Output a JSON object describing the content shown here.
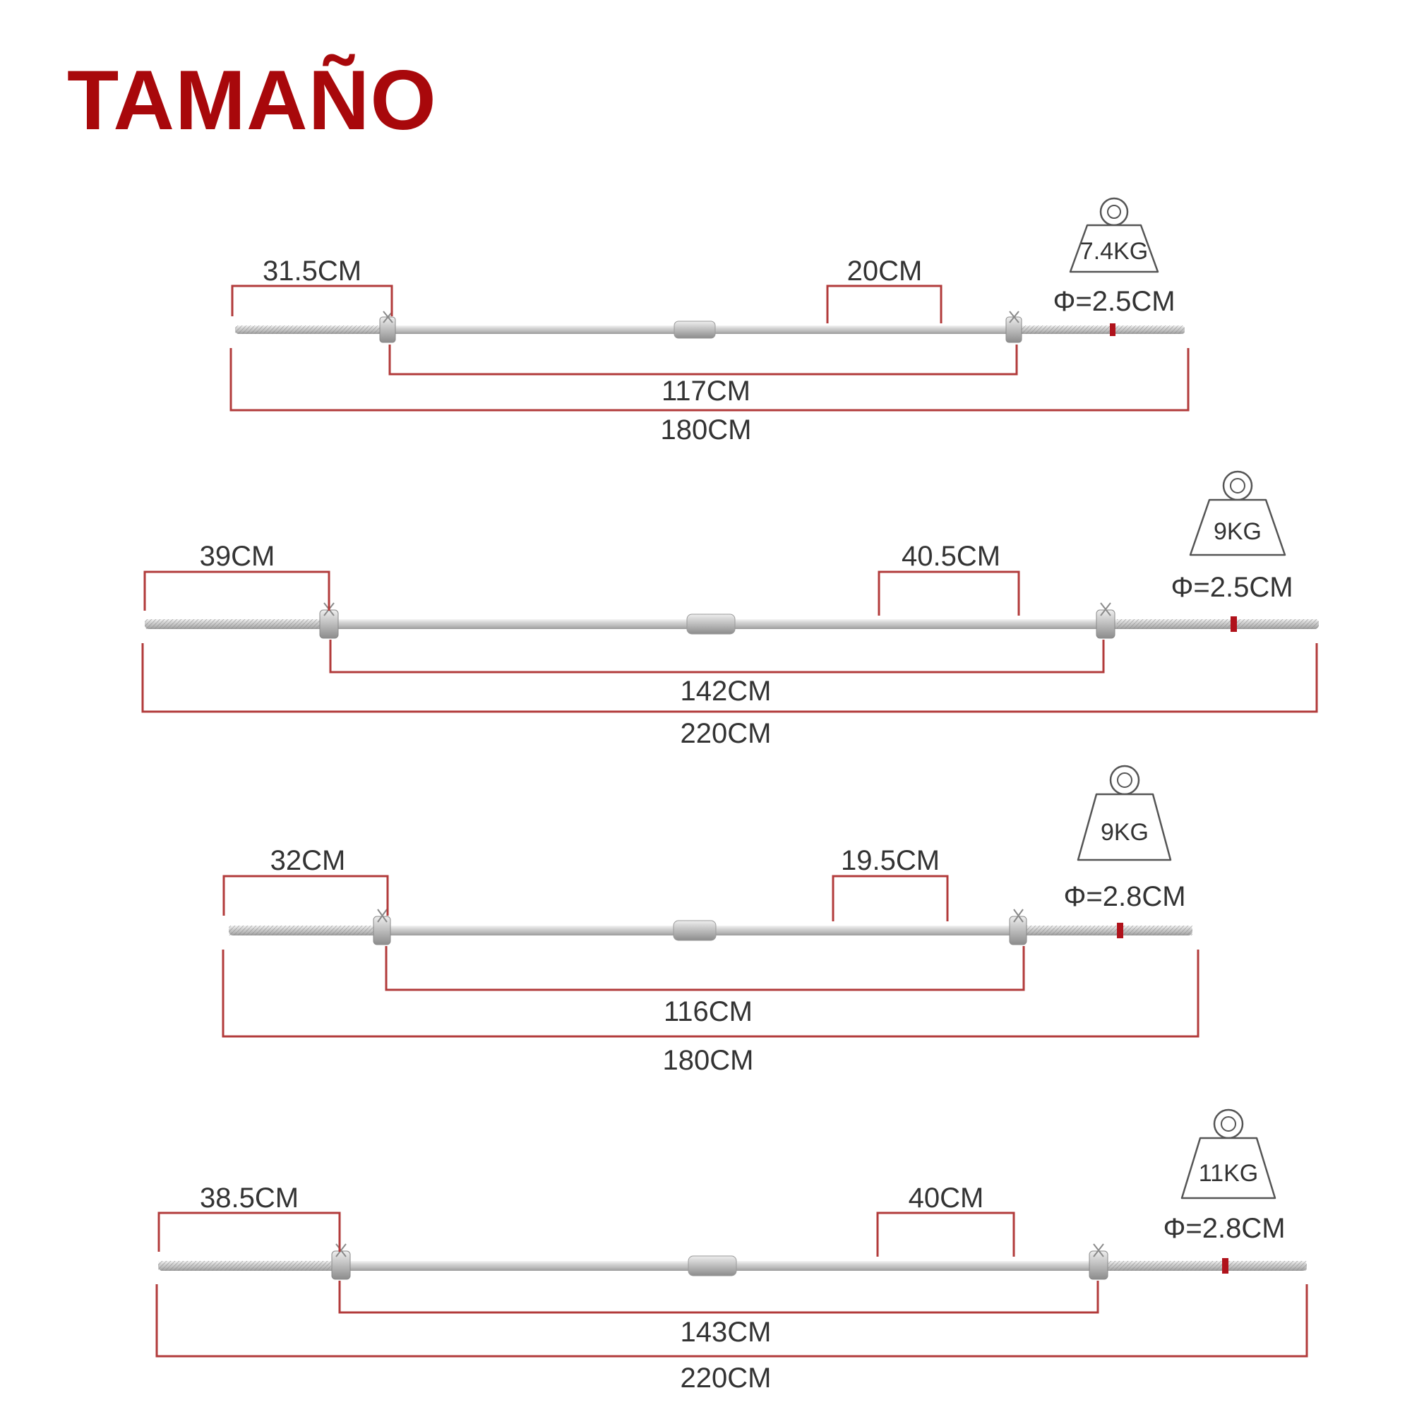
{
  "title": "TAMAÑO",
  "colors": {
    "title": "#a8080b",
    "dimension_line": "#b23b3b",
    "text": "#333333",
    "bar_chrome": "#c9c9c9",
    "marker": "#b0121b"
  },
  "icons": [
    "weight-icon"
  ],
  "bars": [
    {
      "sleeve_left": "31.5CM",
      "knurl_right": "20CM",
      "inner_length": "117CM",
      "total_length": "180CM",
      "weight": "7.4KG",
      "diameter": "Φ=2.5CM"
    },
    {
      "sleeve_left": "39CM",
      "knurl_right": "40.5CM",
      "inner_length": "142CM",
      "total_length": "220CM",
      "weight": "9KG",
      "diameter": "Φ=2.5CM"
    },
    {
      "sleeve_left": "32CM",
      "knurl_right": "19.5CM",
      "inner_length": "116CM",
      "total_length": "180CM",
      "weight": "9KG",
      "diameter": "Φ=2.8CM"
    },
    {
      "sleeve_left": "38.5CM",
      "knurl_right": "40CM",
      "inner_length": "143CM",
      "total_length": "220CM",
      "weight": "11KG",
      "diameter": "Φ=2.8CM"
    }
  ]
}
